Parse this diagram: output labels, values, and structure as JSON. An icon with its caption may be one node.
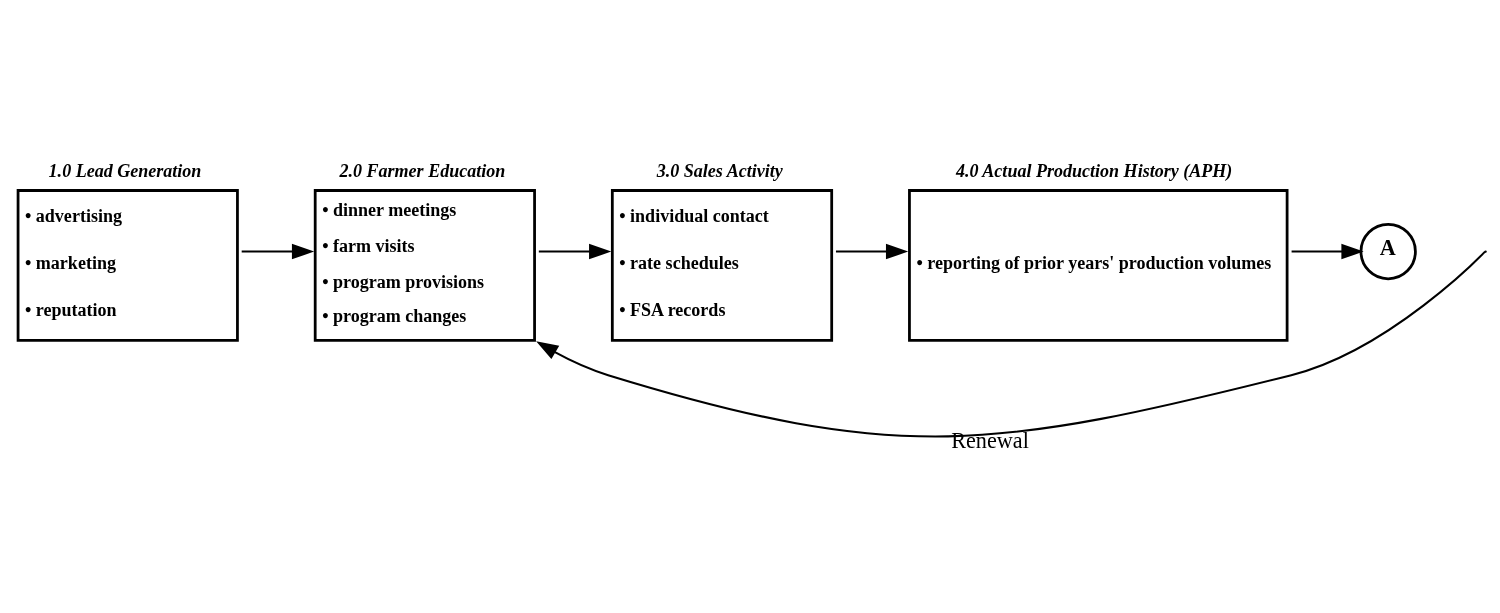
{
  "diagram": {
    "nodes": [
      {
        "text": [
          "1.0 Lead Generation",
          "• advertising",
          "• marketing",
          "• reputation"
        ]
      },
      {
        "text": [
          "2.0 Farmer Education",
          "• dinner meetings",
          "• farm visits",
          "• program provisions",
          "• program changes"
        ]
      },
      {
        "text": [
          "3.0 Sales Activity",
          "• individual contact",
          "• rate schedules",
          "• FSA records"
        ]
      },
      {
        "text": [
          "4.0 Actual Production History (APH)",
          "• reporting of prior years' production volumes"
        ]
      },
      {
        "text": [
          "A"
        ]
      }
    ],
    "edges": [
      {
        "from": 0,
        "to": 1,
        "arrow": "to"
      },
      {
        "from": 1,
        "to": 2,
        "arrow": "to"
      },
      {
        "from": 2,
        "to": 3,
        "arrow": "to"
      },
      {
        "from": 3,
        "to": 4,
        "arrow": "to"
      },
      {
        "from": null,
        "to": 1,
        "arrow": "to",
        "label": "Renewal"
      }
    ]
  }
}
